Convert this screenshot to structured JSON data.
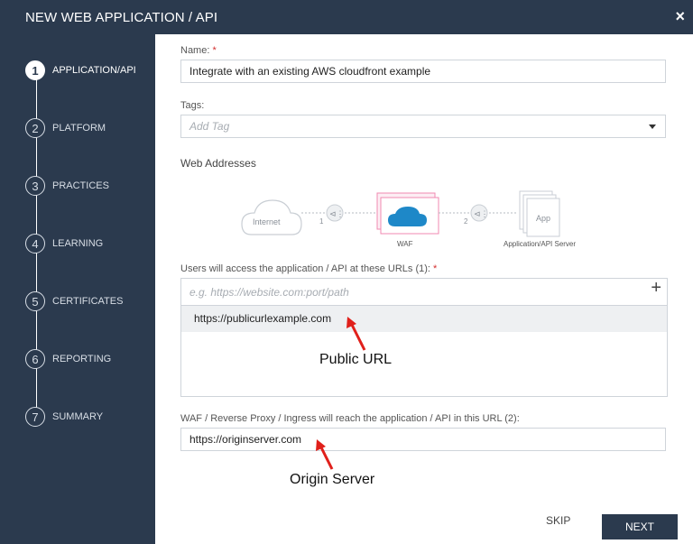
{
  "dialog": {
    "title": "NEW WEB APPLICATION / API",
    "close_icon": "×"
  },
  "steps": [
    {
      "num": "1",
      "label": "APPLICATION/API",
      "active": true
    },
    {
      "num": "2",
      "label": "PLATFORM"
    },
    {
      "num": "3",
      "label": "PRACTICES"
    },
    {
      "num": "4",
      "label": "LEARNING"
    },
    {
      "num": "5",
      "label": "CERTIFICATES"
    },
    {
      "num": "6",
      "label": "REPORTING"
    },
    {
      "num": "7",
      "label": "SUMMARY"
    }
  ],
  "form": {
    "name_label": "Name:",
    "required_mark": "*",
    "name_value": "Integrate with an existing AWS cloudfront example",
    "tags_label": "Tags:",
    "tags_placeholder": "Add Tag",
    "web_addresses_label": "Web Addresses",
    "urls_label": "Users will access the application / API at these URLs (1):",
    "url_placeholder": "e.g. https://website.com:port/path",
    "add_icon": "+",
    "urls": [
      "https://publicurlexample.com"
    ],
    "origin_label": "WAF / Reverse Proxy / Ingress will reach the application / API in this URL (2):",
    "origin_value": "https://originserver.com"
  },
  "diagram": {
    "internet": "Internet",
    "waf": "WAF",
    "server": "Application/API Server",
    "app": "App",
    "num1": "1",
    "num2": "2"
  },
  "annotations": {
    "public_url": "Public URL",
    "origin_server": "Origin Server",
    "arrow_color": "#e0201b"
  },
  "footer": {
    "skip": "SKIP",
    "next": "NEXT"
  },
  "colors": {
    "sidebar": "#2b3a4e",
    "waf_accent": "#1e88c8",
    "waf_border": "#f08ab0"
  }
}
